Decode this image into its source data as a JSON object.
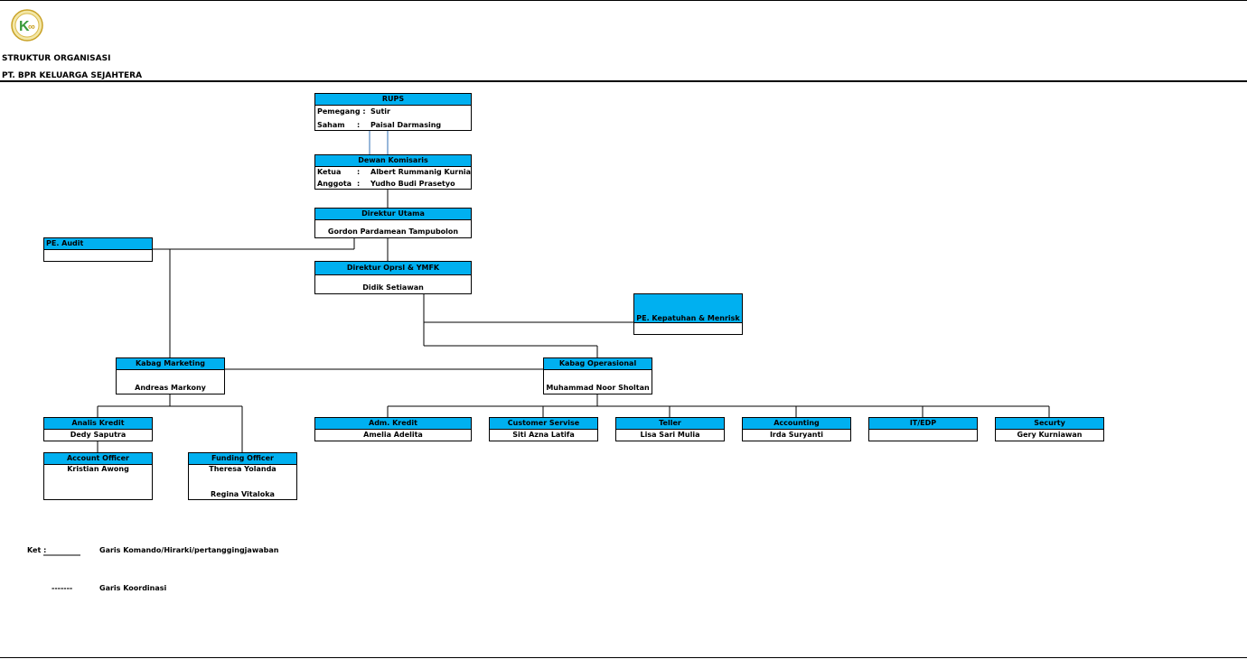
{
  "header": {
    "title": "STRUKTUR ORGANISASI",
    "company": "PT. BPR KELUARGA SEJAHTERA",
    "logo_color": "#c9a227"
  },
  "colors": {
    "box_title_bg": "#00b0f0"
  },
  "rups": {
    "title": "RUPS",
    "row1_label": "Pemegang :",
    "row1_value": "Sutir",
    "row2_label": "Saham",
    "row2_colon": ":",
    "row2_value": "Paisal Darmasing"
  },
  "dewan": {
    "title": "Dewan Komisaris",
    "row1_label": "Ketua",
    "row1_colon": ":",
    "row1_value": "Albert Rummanig Kurnia",
    "row2_label": "Anggota",
    "row2_colon": ":",
    "row2_value": "Yudho Budi Prasetyo"
  },
  "direktur_utama": {
    "title": "Direktur Utama",
    "name": "Gordon Pardamean Tampubolon"
  },
  "pe_audit": {
    "title": "PE. Audit",
    "name": ""
  },
  "direktur_oprsl": {
    "title": "Direktur Oprsl & YMFK",
    "name": "Didik Setiawan"
  },
  "pe_kepatuhan": {
    "title": "PE. Kepatuhan & Menrisk"
  },
  "kabag_marketing": {
    "title": "Kabag Marketing",
    "name": "Andreas Markony"
  },
  "kabag_operasional": {
    "title": "Kabag Operasional",
    "name": "Muhammad Noor Sholtan"
  },
  "analis_kredit": {
    "title": "Analis Kredit",
    "name": "Dedy Saputra"
  },
  "account_officer": {
    "title": "Account Officer",
    "name": "Kristian Awong"
  },
  "funding_officer": {
    "title": "Funding Officer",
    "name1": "Theresa Yolanda",
    "name2": "Regina Vitaloka"
  },
  "staff": [
    {
      "title": "Adm. Kredit",
      "name": "Amelia Adelita"
    },
    {
      "title": "Customer Servise",
      "name": "Siti Azna Latifa"
    },
    {
      "title": "Teller",
      "name": "Lisa Sari Mulia"
    },
    {
      "title": "Accounting",
      "name": "Irda Suryanti"
    },
    {
      "title": "IT/EDP",
      "name": ""
    },
    {
      "title": "Securty",
      "name": "Gery Kurniawan"
    }
  ],
  "legend": {
    "ket_label": "Ket :",
    "solid_desc": "Garis Komando/Hirarki/pertanggingjawaban",
    "dashed_symbol": "-------",
    "dashed_desc": "Garis Koordinasi"
  }
}
